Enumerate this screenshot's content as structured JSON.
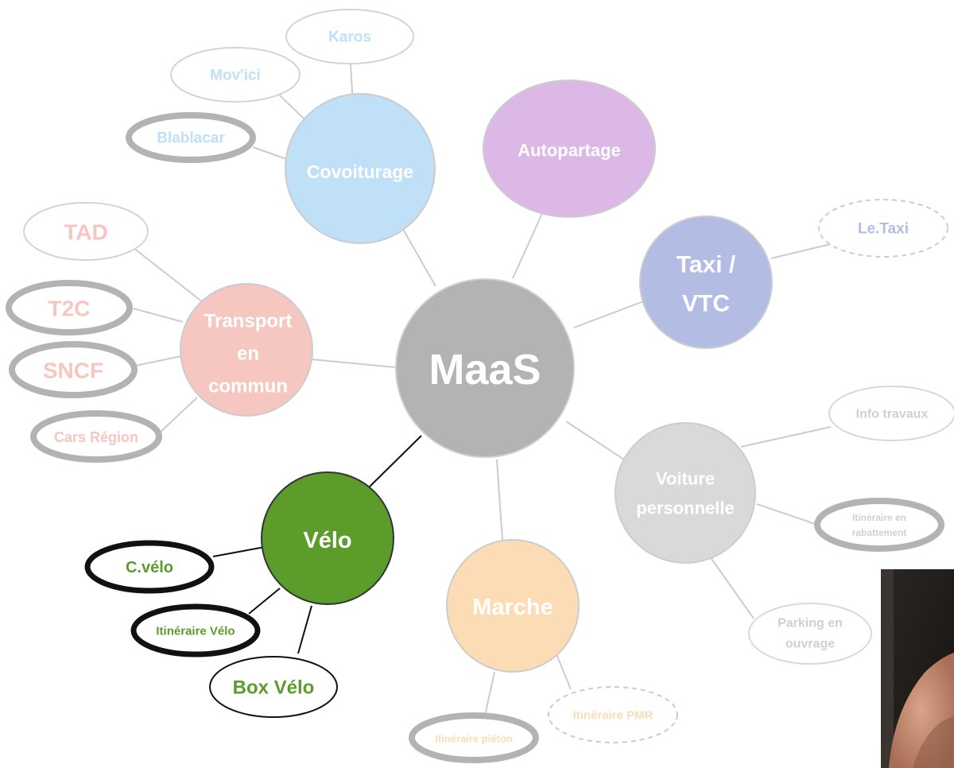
{
  "diagram": {
    "center": {
      "label": "MaaS",
      "color": "#b3b3b3"
    },
    "nodes": {
      "covoiturage": {
        "label": "Covoiturage",
        "color": "#bfe0f7"
      },
      "autopartage": {
        "label": "Autopartage",
        "color": "#dcb8e6"
      },
      "taxi": {
        "line1": "Taxi /",
        "line2": "VTC",
        "color": "#b3bce3"
      },
      "transport": {
        "line1": "Transport",
        "line2": "en",
        "line3": "commun",
        "color": "#f6c6c1"
      },
      "voiture": {
        "line1": "Voiture",
        "line2": "personnelle",
        "color": "#d9d9d9"
      },
      "velo": {
        "label": "Vélo",
        "color": "#5c9c2b"
      },
      "marche": {
        "label": "Marche",
        "color": "#fbdcb5"
      }
    },
    "leaves": {
      "karos": "Karos",
      "movici": "Mov'ici",
      "blablacar": "Blablacar",
      "letaxi": "Le.Taxi",
      "tad": "TAD",
      "t2c": "T2C",
      "sncf": "SNCF",
      "cars_region": "Cars Région",
      "info_travaux": "Info travaux",
      "itineraire_rabattement_1": "Itinéraire en",
      "itineraire_rabattement_2": "rabattement",
      "parking_1": "Parking en",
      "parking_2": "ouvrage",
      "cvelo": "C.vélo",
      "itineraire_velo": "Itinéraire Vélo",
      "box_velo": "Box Vélo",
      "itineraire_pmr": "Itinéraire PMR",
      "itineraire_pieton": "Itinéraire piéton"
    }
  }
}
